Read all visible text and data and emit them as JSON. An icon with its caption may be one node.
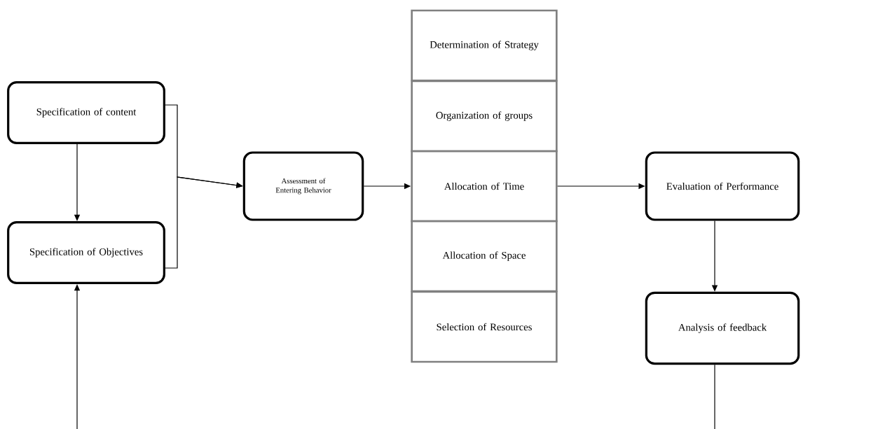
{
  "diagram": {
    "nodes": [
      {
        "text": [
          "Specification of content"
        ]
      },
      {
        "text": [
          "Specification of Objectives"
        ]
      },
      {
        "text": [
          "Assessment of Entering Behavior"
        ]
      },
      {
        "text": [
          "Determination of Strategy"
        ]
      },
      {
        "text": [
          "Organization of groups"
        ]
      },
      {
        "text": [
          "Allocation of Time"
        ]
      },
      {
        "text": [
          "Allocation of Space"
        ]
      },
      {
        "text": [
          "Selection of Resources"
        ]
      },
      {
        "text": [
          "Evaluation of Performance"
        ]
      },
      {
        "text": [
          "Analysis of feedback"
        ]
      }
    ],
    "edges": [
      {
        "from": 0,
        "to": 1,
        "arrow": "to"
      },
      {
        "from": 0,
        "to": 2,
        "arrow": "to"
      },
      {
        "from": 1,
        "to": 2,
        "arrow": "to"
      },
      {
        "from": 2,
        "to": 5,
        "arrow": "to"
      },
      {
        "from": 5,
        "to": 8,
        "arrow": "to"
      },
      {
        "from": 8,
        "to": 9,
        "arrow": "to"
      },
      {
        "from": 9,
        "to": null,
        "arrow": "none"
      },
      {
        "from": null,
        "to": 1,
        "arrow": "to"
      }
    ]
  }
}
